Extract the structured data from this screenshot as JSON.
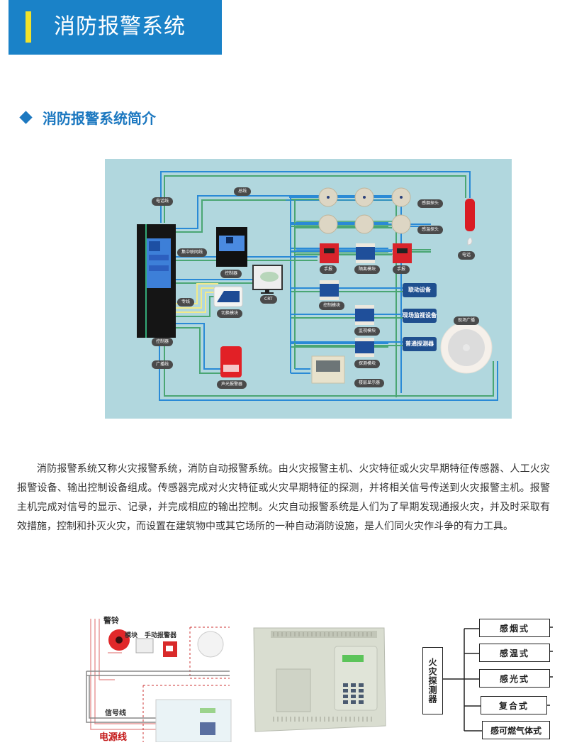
{
  "header": {
    "title": "消防报警系统",
    "bar_color": "#1a82c8",
    "accent_color": "#f1e22b"
  },
  "section": {
    "title": "消防报警系统简介",
    "bullet_icon": "diamond-icon",
    "color": "#1c78c0"
  },
  "diagram": {
    "background": "#b1d7de",
    "line_colors": {
      "blue": "#2a8ad6",
      "green": "#4aa673",
      "yellow": "#f1ea8a"
    },
    "labels": {
      "phone_line": "电话线",
      "bus": "总线",
      "smoke_probe": "感烟探头",
      "temp_probe": "感温探头",
      "manual_report_1": "手报",
      "isolation_module": "隔离模块",
      "manual_report_2": "手报",
      "phone": "电话",
      "central_network_line": "集中联网线",
      "controller_panel": "控制器",
      "crt": "CRT",
      "dedicated_line": "专线",
      "switch_module": "切换模块",
      "controller_cabinet": "控制器",
      "broadcast_line": "广播线",
      "sound_light_alarm": "声光报警器",
      "control_module": "控制模块",
      "monitor_module": "监视模块",
      "detect_module": "探测模块",
      "floor_display": "楼层显示器",
      "onsite_broadcast": "现场广播"
    },
    "boxes": {
      "linkage_device": "联动设备",
      "site_monitor_device": "现场监视设备",
      "normal_detector": "普通探测器"
    }
  },
  "description": {
    "paragraph": "消防报警系统又称火灾报警系统，消防自动报警系统。由火灾报警主机、火灾特征或火灾早期特征传感器、人工火灾报警设备、输出控制设备组成。传感器完成对火灾特征或火灾早期特征的探测，并将相关信号传送到火灾报警主机。报警主机完成对信号的显示、记录，并完成相应的输出控制。火灾自动报警系统是人们为了早期发现通报火灾，并及时采取有效措施，控制和扑灭火灾，而设置在建筑物中或其它场所的一种自动消防设施，是人们同火灾作斗争的有力工具。"
  },
  "bottom_images": {
    "wiring": {
      "bell": "警铃",
      "module": "模块",
      "manual_alarm": "手动报警器",
      "signal_line": "信号线",
      "power_line": "电源线"
    },
    "panel_device": {
      "name": "alarm-control-panel"
    },
    "detector_tree": {
      "root": "火灾探测器",
      "children": [
        "感烟式",
        "感温式",
        "感光式",
        "复合式",
        "感可燃气体式"
      ]
    }
  }
}
